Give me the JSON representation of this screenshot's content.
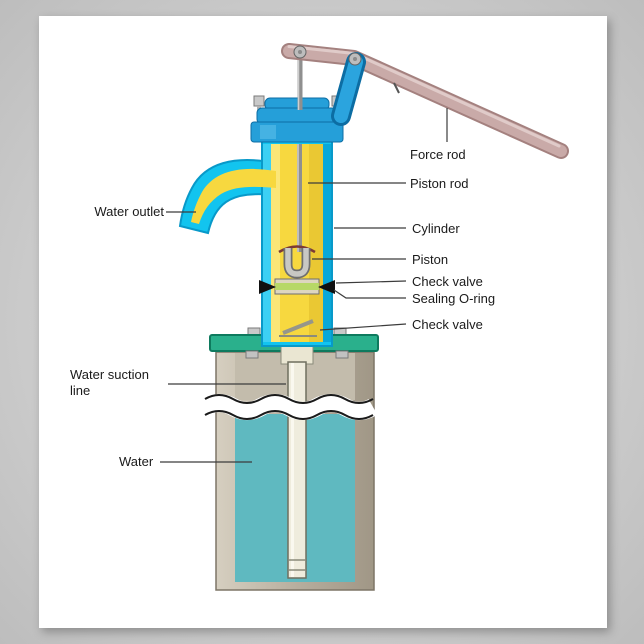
{
  "scene": {
    "type": "poster-mockup",
    "background_color": "#c4c4c4",
    "page_color": "#ffffff"
  },
  "diagram": {
    "subject": "hand-operated-water-pump-cutaway",
    "labels": {
      "force_rod": "Force rod",
      "piston_rod": "Piston rod",
      "water_outlet": "Water outlet",
      "cylinder": "Cylinder",
      "piston": "Piston",
      "check_valve_upper": "Check valve",
      "sealing_oring": "Sealing O-ring",
      "check_valve_lower": "Check valve",
      "water_suction_line": "Water suction line",
      "water": "Water"
    },
    "colors": {
      "pump_body": "#12c4ef",
      "pump_interior": "#f7d83f",
      "cap": "#259fd9",
      "handle": "#c9aaa8",
      "base_flange": "#2ab08c",
      "well_casing": "#b5ac9c",
      "water": "#5fb9c0",
      "pipe": "#efecdd",
      "piston_rod": "#8f8f8f",
      "sealing_oring": "#b7d867"
    }
  }
}
